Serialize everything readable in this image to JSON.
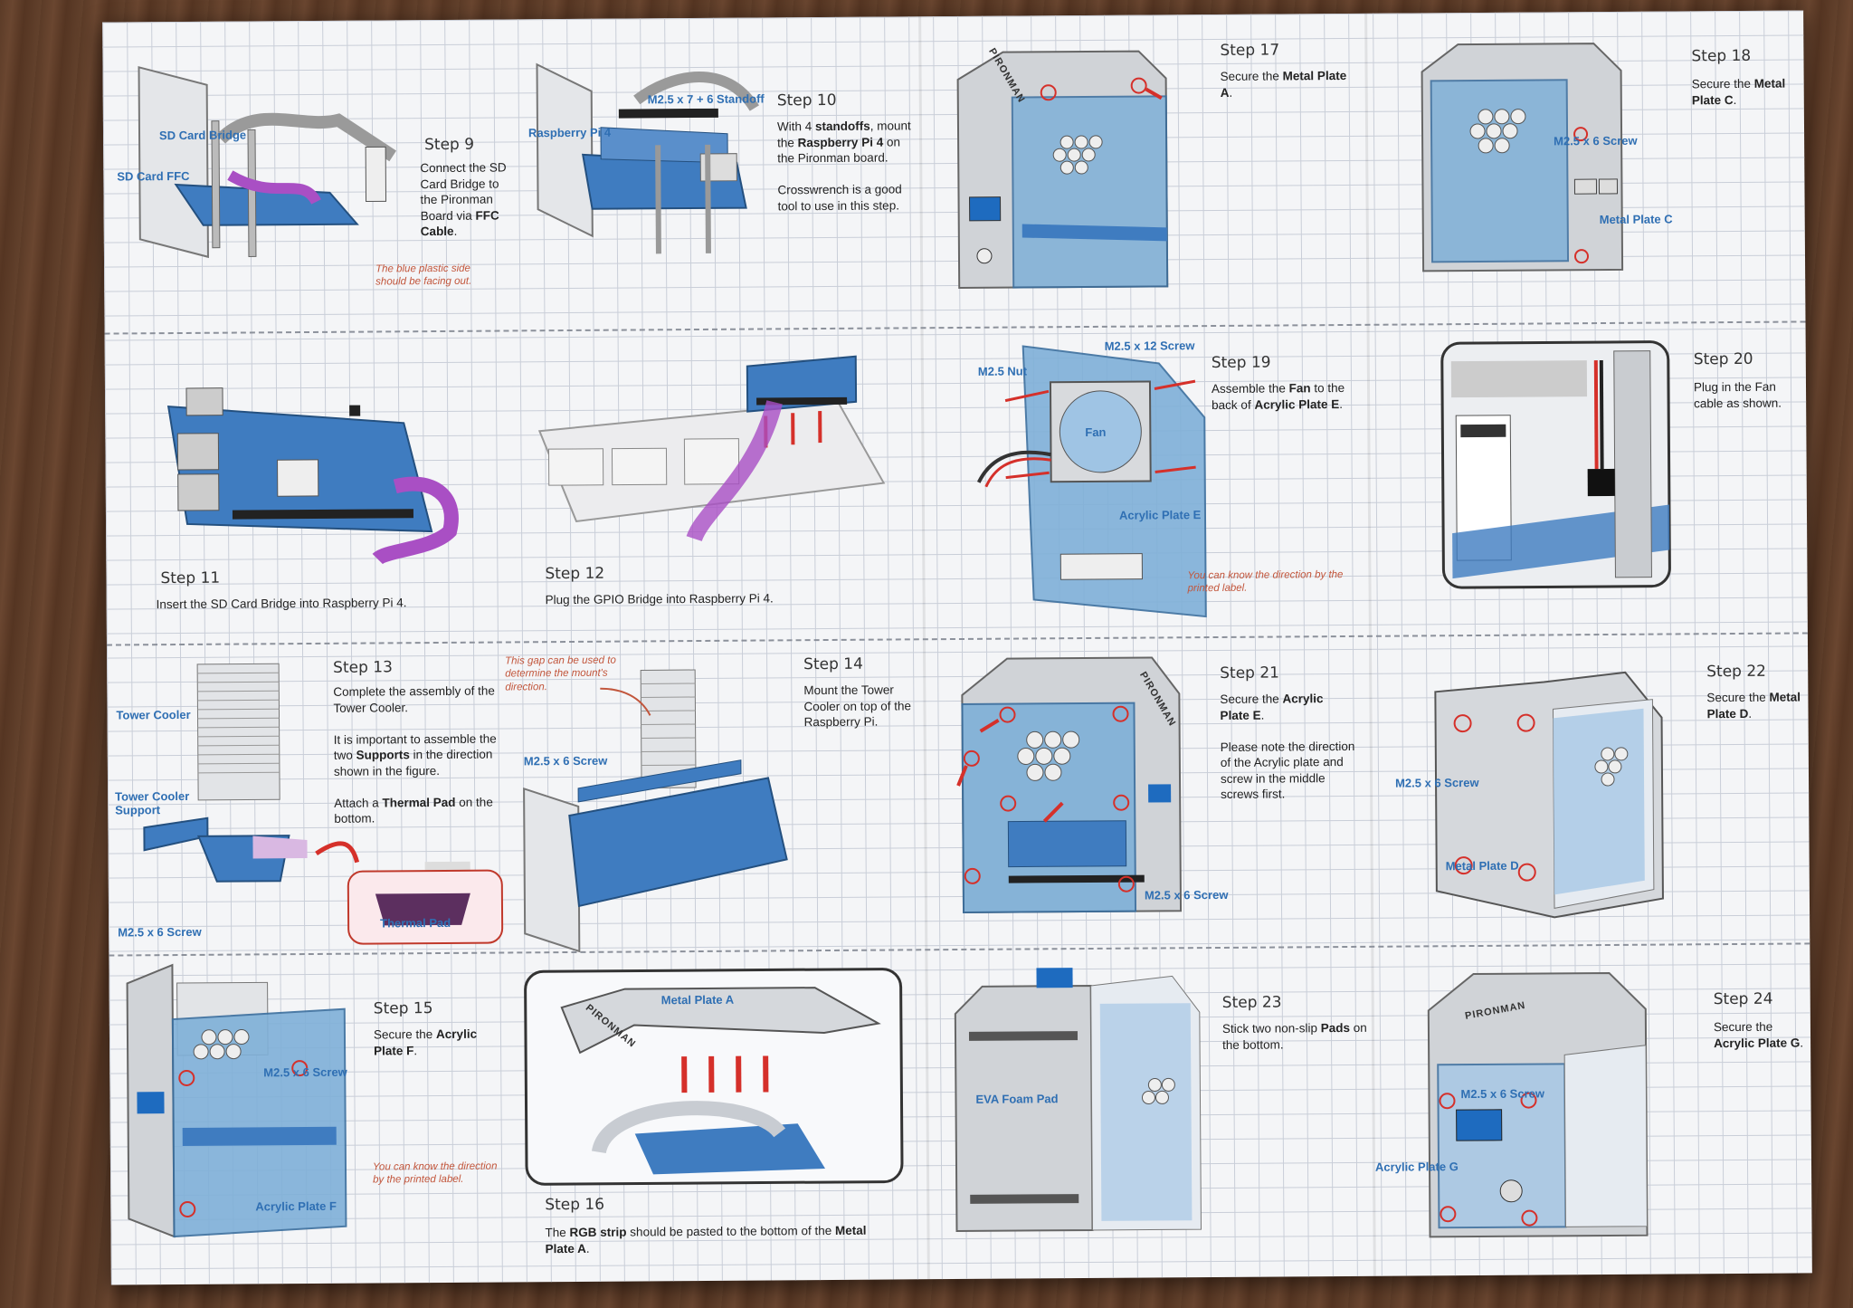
{
  "brand": "PIRONMAN",
  "colors": {
    "board_blue": "#3f7cc0",
    "acrylic_blue": "#7fb0d8",
    "metal_gray": "#cfd2d6",
    "arrow_red": "#d5302a",
    "label_blue": "#2f6fb3",
    "note_orange": "#c2563c"
  },
  "steps": {
    "s9": {
      "title": "Step 9",
      "text_a": "Connect the SD Card Bridge to the Pironman Board via ",
      "text_b": "FFC Cable",
      "text_c": ".",
      "labels": [
        "SD Card Bridge",
        "SD Card FFC"
      ],
      "note": "The blue plastic side should be facing out."
    },
    "s10": {
      "title": "Step 10",
      "text_a": "With 4 ",
      "text_b": "standoffs",
      "text_c": ", mount the ",
      "text_d": "Raspberry Pi 4",
      "text_e": " on the Pironman board.",
      "text_f": "Crosswrench is a good tool to use in this step.",
      "labels": [
        "M2.5 x 7 + 6 Standoff",
        "Raspberry Pi 4"
      ]
    },
    "s11": {
      "title": "Step 11",
      "text": "Insert the SD Card Bridge into Raspberry Pi 4."
    },
    "s12": {
      "title": "Step 12",
      "text": "Plug the GPIO Bridge into Raspberry Pi 4."
    },
    "s13": {
      "title": "Step 13",
      "text_a": "Complete the assembly of the Tower Cooler.",
      "text_b": "It is important to assemble the two ",
      "text_c": "Supports",
      "text_d": " in the direction shown in the figure.",
      "text_e": "Attach a ",
      "text_f": "Thermal Pad",
      "text_g": " on the bottom.",
      "labels": [
        "Tower Cooler",
        "Tower Cooler Support",
        "M2.5 x 6 Screw",
        "Thermal Pad"
      ]
    },
    "s14": {
      "title": "Step 14",
      "text": "Mount the Tower Cooler on top of the Raspberry Pi.",
      "labels": [
        "M2.5 x 6 Screw"
      ],
      "note": "This gap can be used to determine the mount's direction."
    },
    "s15": {
      "title": "Step 15",
      "text_a": "Secure the ",
      "text_b": "Acrylic Plate F",
      "text_c": ".",
      "labels": [
        "M2.5 x 6 Screw",
        "Acrylic Plate F"
      ],
      "note": "You can know the direction by the printed label."
    },
    "s16": {
      "title": "Step 16",
      "text_a": "The ",
      "text_b": "RGB strip",
      "text_c": " should be pasted to the bottom of the ",
      "text_d": "Metal Plate A",
      "text_e": ".",
      "labels": [
        "Metal Plate A"
      ]
    },
    "s17": {
      "title": "Step 17",
      "text_a": "Secure the ",
      "text_b": "Metal Plate A",
      "text_c": "."
    },
    "s18": {
      "title": "Step 18",
      "text_a": "Secure the ",
      "text_b": "Metal Plate C",
      "text_c": ".",
      "labels": [
        "M2.5 x 6 Screw",
        "Metal Plate C"
      ]
    },
    "s19": {
      "title": "Step 19",
      "text_a": "Assemble the ",
      "text_b": "Fan",
      "text_c": " to the back of ",
      "text_d": "Acrylic Plate E",
      "text_e": ".",
      "labels": [
        "M2.5 x 12 Screw",
        "M2.5 Nut",
        "Fan",
        "Acrylic Plate E"
      ],
      "note": "You can know the direction by the printed label."
    },
    "s20": {
      "title": "Step 20",
      "text": "Plug in the Fan cable as shown."
    },
    "s21": {
      "title": "Step 21",
      "text_a": "Secure the ",
      "text_b": "Acrylic Plate E",
      "text_c": ".",
      "text_d": "Please note the direction of the Acrylic plate and screw in the middle screws first.",
      "labels": [
        "M2.5 x 6 Screw"
      ]
    },
    "s22": {
      "title": "Step 22",
      "text_a": "Secure the ",
      "text_b": "Metal Plate D",
      "text_c": ".",
      "labels": [
        "M2.5 x 6 Screw",
        "Metal Plate D"
      ]
    },
    "s23": {
      "title": "Step 23",
      "text_a": "Stick two non-slip ",
      "text_b": "Pads",
      "text_c": " on the bottom.",
      "labels": [
        "EVA Foam Pad"
      ]
    },
    "s24": {
      "title": "Step 24",
      "text_a": "Secure the ",
      "text_b": "Acrylic Plate G",
      "text_c": ".",
      "labels": [
        "M2.5 x 6 Screw",
        "Acrylic Plate G"
      ]
    }
  }
}
